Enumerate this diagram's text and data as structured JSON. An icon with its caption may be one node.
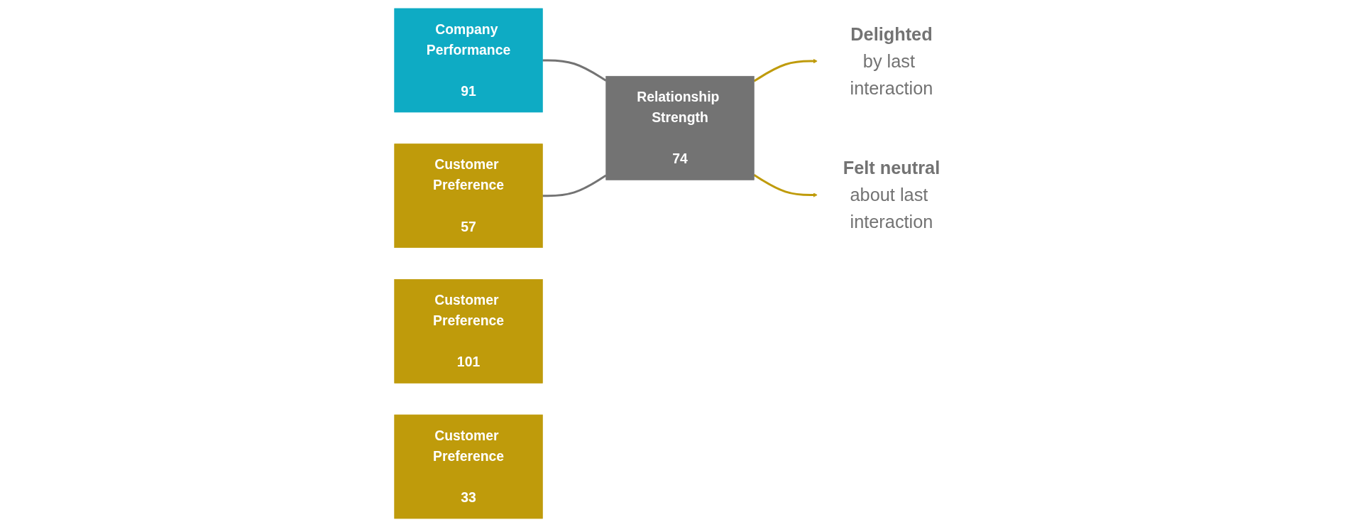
{
  "diagram": {
    "nodes": [
      {
        "text": [
          "Company Performance",
          "91"
        ]
      },
      {
        "text": [
          "Customer Preference",
          "57"
        ]
      },
      {
        "text": [
          "Relationship Strength",
          "74"
        ]
      },
      {
        "text": [
          "Delighted",
          "by last interaction"
        ]
      },
      {
        "text": [
          "Customer Preference",
          "101"
        ]
      },
      {
        "text": [
          "Felt neutral",
          "about last interaction"
        ]
      },
      {
        "text": [
          "Customer Preference",
          "33"
        ]
      }
    ],
    "edges": [
      {
        "from": 0,
        "to": 2,
        "arrow": "none",
        "color": "#737373"
      },
      {
        "from": 1,
        "to": 2,
        "arrow": "none",
        "color": "#737373"
      },
      {
        "from": 2,
        "to": 3,
        "arrow": "to",
        "color": "#bf9b0b"
      },
      {
        "from": 2,
        "to": 5,
        "arrow": "to",
        "color": "#bf9b0b"
      }
    ]
  }
}
